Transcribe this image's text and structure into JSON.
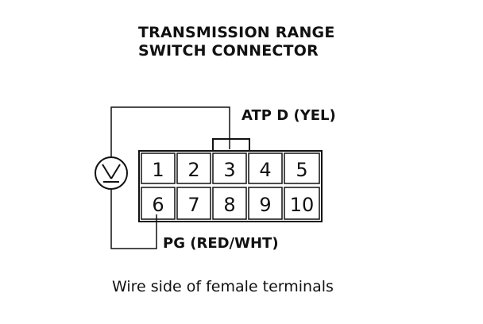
{
  "title": {
    "line1": "TRANSMISSION RANGE",
    "line2": "SWITCH CONNECTOR"
  },
  "labels": {
    "atp_d": "ATP D (YEL)",
    "pg": "PG (RED/WHT)"
  },
  "connector": {
    "terminals_top": [
      "1",
      "2",
      "3",
      "4",
      "5"
    ],
    "terminals_bottom": [
      "6",
      "7",
      "8",
      "9",
      "10"
    ]
  },
  "caption": "Wire side of female terminals"
}
